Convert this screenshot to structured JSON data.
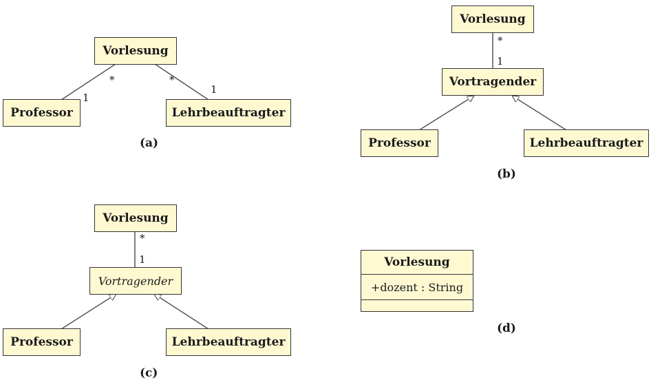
{
  "a": {
    "vorlesung": "Vorlesung",
    "professor": "Professor",
    "lehrbeauftragter": "Lehrbeauftragter",
    "m_star_left": "*",
    "m_one_left": "1",
    "m_star_right": "*",
    "m_one_right": "1",
    "caption": "(a)"
  },
  "b": {
    "vorlesung": "Vorlesung",
    "vortragender": "Vortragender",
    "professor": "Professor",
    "lehrbeauftragter": "Lehrbeauftragter",
    "m_star": "*",
    "m_one": "1",
    "caption": "(b)"
  },
  "c": {
    "vorlesung": "Vorlesung",
    "vortragender": "Vortragender",
    "professor": "Professor",
    "lehrbeauftragter": "Lehrbeauftragter",
    "m_star": "*",
    "m_one": "1",
    "caption": "(c)"
  },
  "d": {
    "class_name": "Vorlesung",
    "attribute": "+dozent : String",
    "caption": "(d)"
  }
}
